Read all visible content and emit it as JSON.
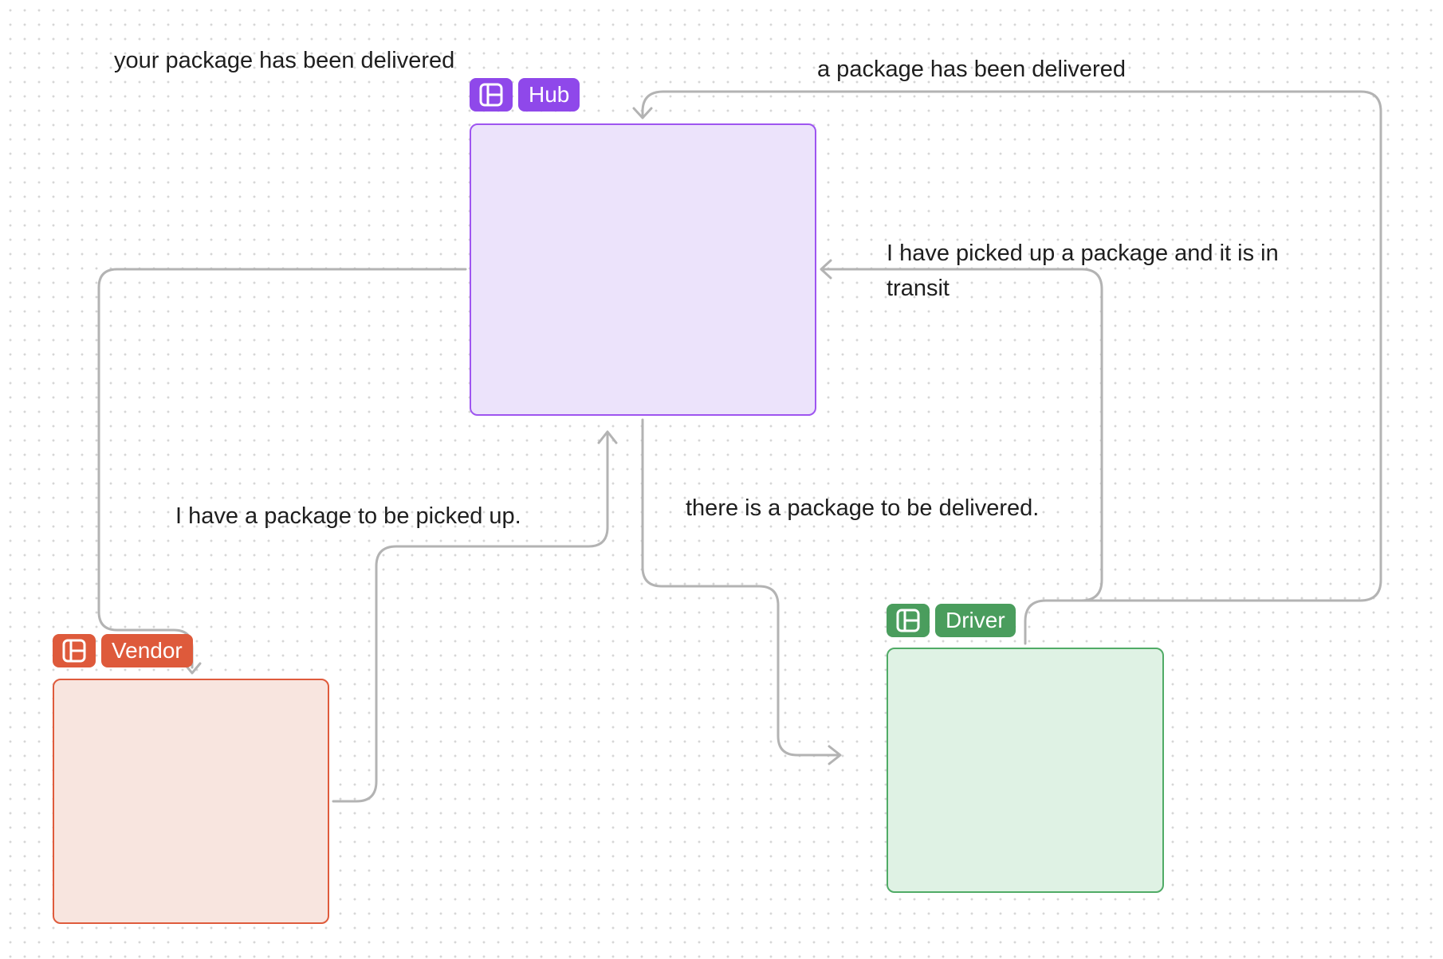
{
  "nodes": {
    "hub": {
      "name": "Hub",
      "icon": "frame-layout-icon",
      "fill": "#ece3fb",
      "border": "#9e55f0",
      "tag": "#8f48ea"
    },
    "vendor": {
      "name": "Vendor",
      "icon": "frame-layout-icon",
      "fill": "#f8e5df",
      "border": "#df5b3c",
      "tag": "#de5a3b"
    },
    "driver": {
      "name": "Driver",
      "icon": "frame-layout-icon",
      "fill": "#dff2e4",
      "border": "#50ab66",
      "tag": "#4a9d5d"
    }
  },
  "edges": [
    {
      "id": "hub-to-vendor",
      "from": "Hub",
      "to": "Vendor",
      "label": "your package has been delivered"
    },
    {
      "id": "vendor-to-hub",
      "from": "Vendor",
      "to": "Hub",
      "label": "I have a package to be picked up."
    },
    {
      "id": "hub-to-driver",
      "from": "Hub",
      "to": "Driver",
      "label": "there is a package to be delivered."
    },
    {
      "id": "driver-to-hub-transit",
      "from": "Driver",
      "to": "Hub",
      "label": "I have picked up a package and it is in transit"
    },
    {
      "id": "driver-to-hub-delivered",
      "from": "Driver",
      "to": "Hub",
      "label": "a package has been delivered"
    }
  ],
  "colors": {
    "connector": "#b3b3b3",
    "text": "#1e1e1e"
  }
}
